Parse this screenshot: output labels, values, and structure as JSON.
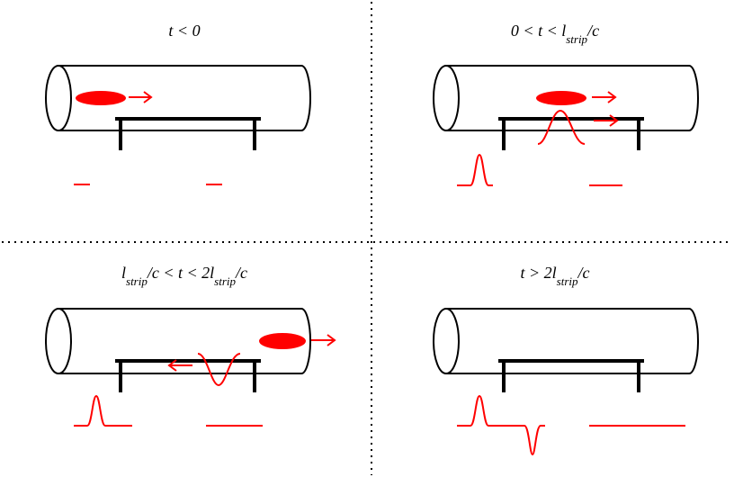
{
  "panels": [
    {
      "id": "p1",
      "title_parts": [
        "t < 0",
        "",
        "",
        "",
        ""
      ]
    },
    {
      "id": "p2",
      "title_parts": [
        "0 < t < l",
        "strip",
        "/c",
        "",
        ""
      ]
    },
    {
      "id": "p3",
      "title_parts": [
        "l",
        "strip",
        "/c < t < 2l",
        "strip",
        "/c"
      ]
    },
    {
      "id": "p4",
      "title_parts": [
        "t > 2l",
        "strip",
        "/c",
        "",
        ""
      ]
    }
  ],
  "colors": {
    "signal": "#ff0000",
    "structure": "#000000",
    "background": "#ffffff"
  },
  "icons": [
    "beam-pipe",
    "stripline-electrode",
    "bunch-ellipse",
    "direction-arrow",
    "pulse-waveform"
  ]
}
